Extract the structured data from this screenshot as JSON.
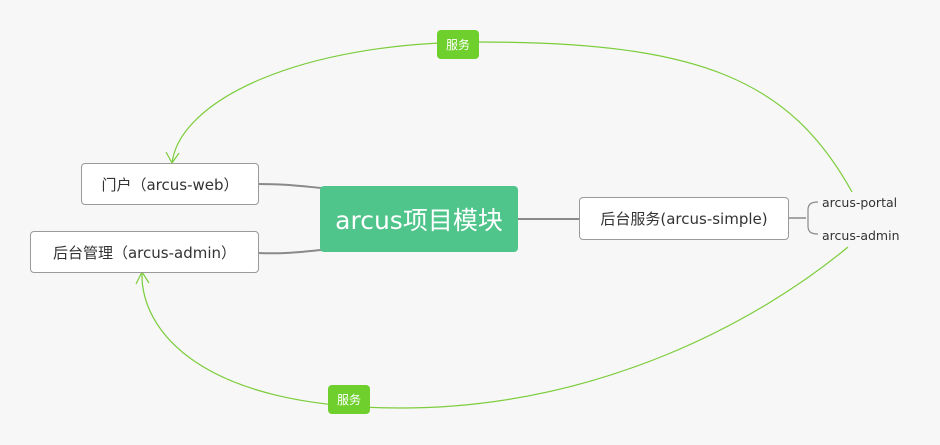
{
  "central": {
    "label": "arcus项目模块"
  },
  "left_topics": [
    {
      "label": "门户（arcus-web）"
    },
    {
      "label": "后台管理（arcus-admin）"
    }
  ],
  "right_topic": {
    "label": "后台服务(arcus-simple)",
    "children": [
      {
        "label": "arcus-portal"
      },
      {
        "label": "arcus-admin"
      }
    ]
  },
  "relationships": [
    {
      "label": "服务",
      "from": "arcus-portal",
      "to": "门户（arcus-web）"
    },
    {
      "label": "服务",
      "from": "arcus-admin",
      "to": "后台管理（arcus-admin）"
    }
  ],
  "colors": {
    "central_fill": "#4fc48b",
    "relationship_line": "#7ccd3c",
    "tag_fill": "#6fcf2c",
    "connector": "#8a8a8a"
  }
}
